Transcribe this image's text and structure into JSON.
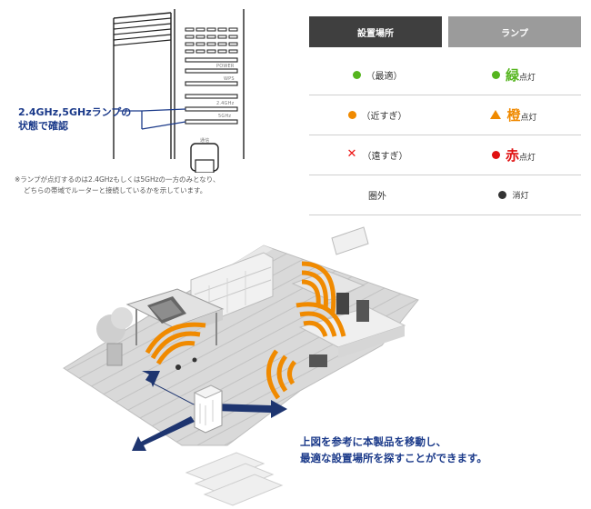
{
  "router": {
    "labels": [
      "POWER",
      "WPS",
      "2.4GHz",
      "5GHz",
      "通信"
    ],
    "callout": [
      "2.4GHz,5GHzランプの",
      "状態で確認"
    ],
    "note": [
      "※ランプが点灯するのは2.4GHzもしくは5GHzの一方のみとなり、",
      "どちらの帯域でルーターと接続しているかを示しています。"
    ]
  },
  "table": {
    "headers": {
      "place": "設置場所",
      "lamp": "ランプ"
    },
    "rows": [
      {
        "place": "（最適）",
        "lamp_big": "緑",
        "lamp_suffix": "点灯",
        "color": "#55b51e",
        "symbol": "green-dot"
      },
      {
        "place": "（近すぎ）",
        "lamp_big": "橙",
        "lamp_suffix": "点灯",
        "color": "#f08a00",
        "symbol": "orange-dot"
      },
      {
        "place": "（遠すぎ）",
        "lamp_big": "赤",
        "lamp_suffix": "点灯",
        "color": "#e01010",
        "symbol": "red-cross"
      },
      {
        "place": "圏外",
        "lamp_big": "",
        "lamp_suffix": "消灯",
        "color": "#333333",
        "symbol": "none"
      }
    ]
  },
  "caption": [
    "上図を参考に本製品を移動し、",
    "最適な設置場所を探すことができます。"
  ],
  "colors": {
    "accent": "#1b3a8a",
    "wifi": "#f08a00",
    "arrow": "#1e3570"
  }
}
